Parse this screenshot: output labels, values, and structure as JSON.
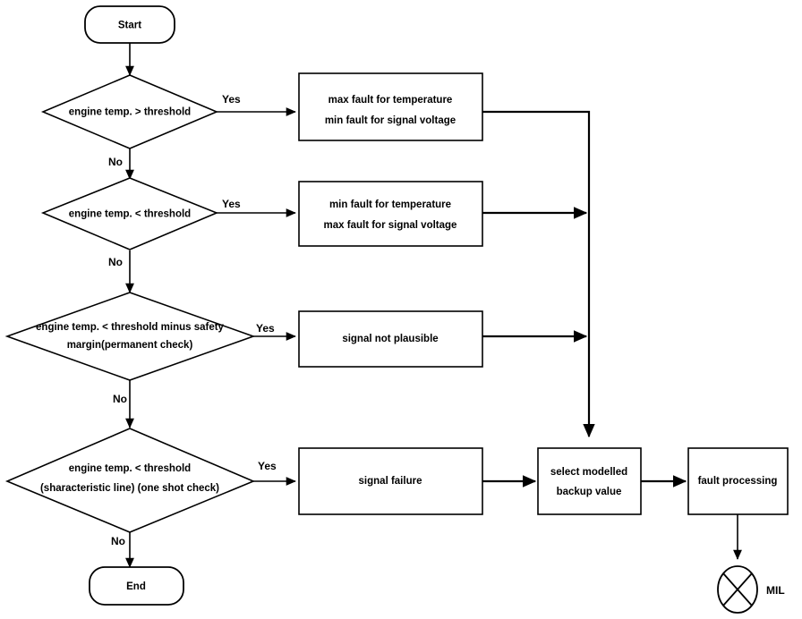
{
  "diagram": {
    "type": "flowchart",
    "title": "engine temperature signal diagnosis flowchart",
    "background_color": "#ffffff",
    "line_color": "#000000",
    "text_color": "#000000"
  },
  "nodes": {
    "start": {
      "label": "Start",
      "shape": "terminator"
    },
    "end": {
      "label": "End",
      "shape": "terminator"
    },
    "decision1": {
      "label_line1": "engine temp. > threshold",
      "shape": "decision"
    },
    "decision2": {
      "label_line1": "engine temp. < threshold",
      "shape": "decision"
    },
    "decision3": {
      "label_line1": "engine temp.  < threshold minus safety",
      "label_line2": "margin(permanent check)",
      "shape": "decision"
    },
    "decision4": {
      "label_line1": "engine temp. < threshold",
      "label_line2": "(sharacteristic line) (one shot check)",
      "shape": "decision"
    },
    "process1": {
      "label_line1": "max fault for temperature",
      "label_line2": "min fault for signal voltage",
      "shape": "process"
    },
    "process2": {
      "label_line1": "min fault for temperature",
      "label_line2": "max fault for signal voltage",
      "shape": "process"
    },
    "process3": {
      "label_line1": "signal not plausible",
      "shape": "process"
    },
    "process4": {
      "label_line1": "signal failure",
      "shape": "process"
    },
    "backup": {
      "label_line1": "select modelled",
      "label_line2": "backup value",
      "shape": "process"
    },
    "fault_processing": {
      "label_line1": "fault processing",
      "shape": "process"
    },
    "mil": {
      "label": "MIL",
      "shape": "lamp-indicator"
    }
  },
  "edge_labels": {
    "yes1": "Yes",
    "no1": "No",
    "yes2": "Yes",
    "no2": "No",
    "yes3": "Yes",
    "no3": "No",
    "yes4": "Yes",
    "no4": "No"
  }
}
